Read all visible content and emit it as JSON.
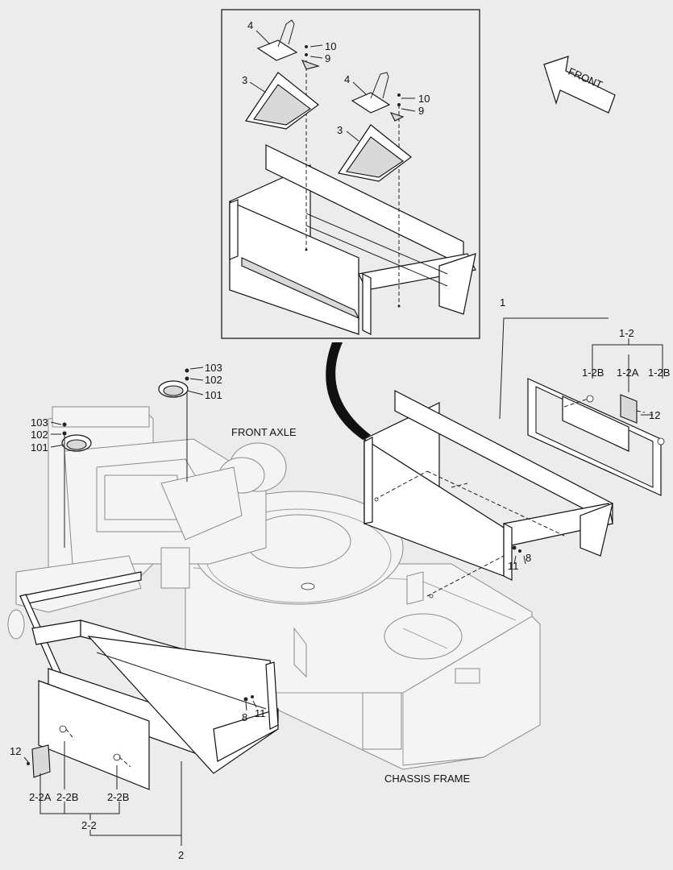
{
  "labels": {
    "front_arrow": "FRONT",
    "front_axle": "FRONT AXLE",
    "chassis_frame": "CHASSIS FRAME",
    "callouts": {
      "c4a": "4",
      "c10a": "10",
      "c9a": "9",
      "c3a": "3",
      "c4b": "4",
      "c10b": "10",
      "c9b": "9",
      "c3b": "3",
      "c1": "1",
      "c1_2": "1-2",
      "c1_2b_left": "1-2B",
      "c1_2a": "1-2A",
      "c1_2b_right": "1-2B",
      "c12_right": "12",
      "c8_right": "8",
      "c11_right": "11",
      "c103_top": "103",
      "c102_top": "102",
      "c101_top": "101",
      "c103_left": "103",
      "c102_left": "102",
      "c101_left": "101",
      "c8_left": "8",
      "c11_left": "11",
      "c12_left": "12",
      "c2_2a": "2-2A",
      "c2_2b_a": "2-2B",
      "c2_2b_b": "2-2B",
      "c2_2": "2-2",
      "c2": "2"
    }
  }
}
